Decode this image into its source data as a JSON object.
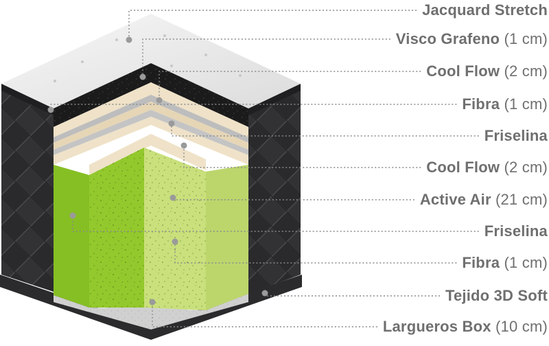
{
  "layers": [
    {
      "name": "Jacquard Stretch",
      "size": ""
    },
    {
      "name": "Visco Grafeno",
      "size": "(1 cm)"
    },
    {
      "name": "Cool Flow",
      "size": "(2 cm)"
    },
    {
      "name": "Fibra",
      "size": "(1 cm)"
    },
    {
      "name": "Friselina",
      "size": ""
    },
    {
      "name": "Cool Flow",
      "size": "(2 cm)"
    },
    {
      "name": "Active Air",
      "size": "(21 cm)"
    },
    {
      "name": "Friselina",
      "size": ""
    },
    {
      "name": "Fibra",
      "size": "(1 cm)"
    },
    {
      "name": "Tejido 3D Soft",
      "size": ""
    },
    {
      "name": "Largueros Box",
      "size": "(10 cm)"
    }
  ],
  "colors": {
    "top_cover": "#e9e9e9",
    "side_fabric": "#2f2f31",
    "visco_grafeno": "#1c1c1c",
    "cool_flow": "#efe2c8",
    "friselina": "#b9b9b9",
    "active_air_front": "#8fc52a",
    "active_air_light": "#c8e07a",
    "base": "#cfcfcf",
    "leader_line": "#8a8a8a",
    "label_text": "#6f6f6f"
  }
}
